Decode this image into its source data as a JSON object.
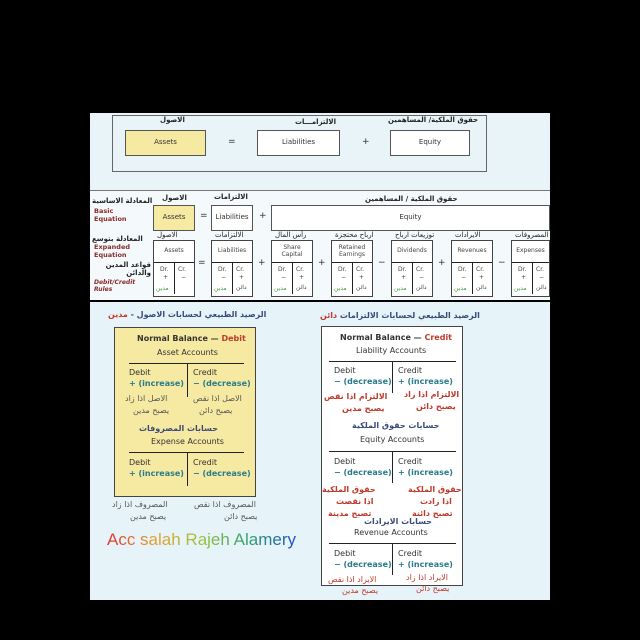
{
  "top": {
    "assets_ar": "الاصول",
    "liabilities_ar": "الالتزامـــات",
    "equity_ar": "حقوق الملكية/ المساهمين",
    "assets": "Assets",
    "liabilities": "Liabilities",
    "equity": "Equity",
    "eq": "=",
    "plus": "+"
  },
  "basic": {
    "label_ar": "المعادلة الاساسية",
    "label": "Basic Equation",
    "assets_ar": "الاصول",
    "liabilities_ar": "الالتزامات",
    "equity_ar": "حقوق الملكية / المساهمين",
    "assets": "Assets",
    "liabilities": "Liabilities",
    "equity": "Equity"
  },
  "expanded": {
    "label_ar": "المعادلة بتوسع",
    "label": "Expanded Equation",
    "rules_ar": "قواعد المدين والدائن",
    "rules": "Debit/Credit Rules",
    "columns": [
      {
        "ar": "الاصول",
        "name": "Assets",
        "op": "",
        "dr": "Dr.",
        "cr": "Cr.",
        "drs": "+",
        "crs": "−",
        "dr_ar": "مدين",
        "cr_ar": ""
      },
      {
        "ar": "الالتزامات",
        "name": "Liabilities",
        "op": "=",
        "dr": "Dr.",
        "cr": "Cr.",
        "drs": "−",
        "crs": "+",
        "dr_ar": "مدين",
        "cr_ar": "دائن"
      },
      {
        "ar": "رأس المال",
        "name": "Share Capital",
        "op": "+",
        "dr": "Dr.",
        "cr": "Cr.",
        "drs": "−",
        "crs": "+",
        "dr_ar": "مدين",
        "cr_ar": "دائن"
      },
      {
        "ar": "ارباح محتجزة",
        "name": "Retained Earnings",
        "op": "+",
        "dr": "Dr.",
        "cr": "Cr.",
        "drs": "−",
        "crs": "+",
        "dr_ar": "مدين",
        "cr_ar": "دائن"
      },
      {
        "ar": "توزيعات ارباح",
        "name": "Dividends",
        "op": "−",
        "dr": "Dr.",
        "cr": "Cr.",
        "drs": "+",
        "crs": "−",
        "dr_ar": "مدين",
        "cr_ar": "دائن"
      },
      {
        "ar": "الايرادات",
        "name": "Revenues",
        "op": "+",
        "dr": "Dr.",
        "cr": "Cr.",
        "drs": "−",
        "crs": "+",
        "dr_ar": "مدين",
        "cr_ar": "دائن"
      },
      {
        "ar": "المصروفات",
        "name": "Expenses",
        "op": "−",
        "dr": "Dr.",
        "cr": "Cr.",
        "drs": "+",
        "crs": "−",
        "dr_ar": "مدين",
        "cr_ar": "دائن"
      }
    ]
  },
  "left": {
    "heading_ar": "الرصيد الطبيعي لحسابات الاصول - ",
    "heading_ar_red": "مدين",
    "nb": "Normal Balance — ",
    "nb_red": "Debit",
    "asset_accounts": "Asset Accounts",
    "debit": "Debit",
    "credit": "Credit",
    "inc": "+ (increase)",
    "dec": "− (decrease)",
    "a1": "الاصل اذا زاد",
    "a2": "يصبح مدين",
    "a3": "الاصل اذا نقص",
    "a4": "يصبح دائن",
    "exp_ar": "حسابات المصروفات",
    "expense_accounts": "Expense Accounts",
    "e1": "المصروف اذا زاد",
    "e2": "يصبح مدين",
    "e3": "المصروف اذا نقص",
    "e4": "يصبح دائن"
  },
  "right": {
    "heading_ar": "الرصيد الطبيعي لحسابات الالتزامات ",
    "heading_ar_red": "دائن",
    "nb": "Normal Balance — ",
    "nb_red": "Credit",
    "liability_accounts": "Liability Accounts",
    "debit": "Debit",
    "credit": "Credit",
    "inc": "+ (increase)",
    "dec": "− (decrease)",
    "l1": "الالتزام اذا نقص",
    "l2": "يصبح مدين",
    "l3": "الالتزام اذا زاد",
    "l4": "يصبح دائن",
    "eq_ar": "حسابات حقوق الملكية",
    "equity_accounts": "Equity Accounts",
    "q1": "حقوق الملكية",
    "q2": "اذا نقصت",
    "q3": "تصبح مدينة",
    "q4": "حقوق الملكية",
    "q5": "اذا زادت",
    "q6": "تصبح دائنة",
    "rev_ar": "حسابات الايرادات",
    "revenue_accounts": "Revenue Accounts",
    "r1": "الايراد اذا نقص",
    "r2": "يصبح مدين",
    "r3": "الايراد اذا زاد",
    "r4": "يصبح دائن"
  },
  "watermark": "Acc salah Rajeh Alamery"
}
